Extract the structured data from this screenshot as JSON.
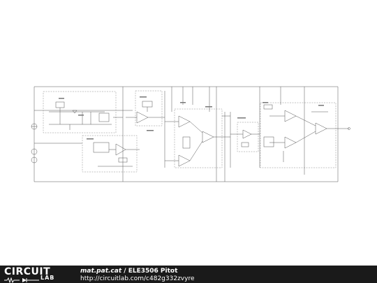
{
  "circuit": {
    "blocks": [
      {
        "id": "reg",
        "label": ""
      },
      {
        "id": "buf1",
        "label": ""
      },
      {
        "id": "inamp",
        "label": ""
      },
      {
        "id": "lpf",
        "label": ""
      },
      {
        "id": "out",
        "label": ""
      },
      {
        "id": "ref",
        "label": ""
      }
    ]
  },
  "footer": {
    "brand_top": "CIRCUIT",
    "brand_bottom": "LAB",
    "author": "mat.pat.cat",
    "separator": " / ",
    "title": "ELE3506 Pitot",
    "url": "http://circuitlab.com/c482g332zvyre"
  },
  "colors": {
    "wire": "#555555",
    "box": "#888888",
    "footer_bg": "#1a1a1a",
    "footer_text": "#ffffff"
  }
}
